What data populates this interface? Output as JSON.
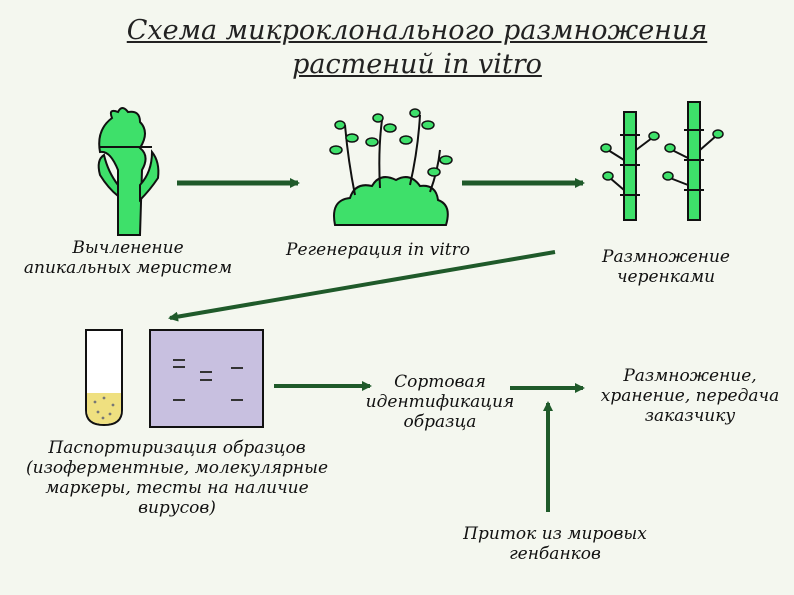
{
  "title": {
    "line1": "Схема микроклонального размножения",
    "line2": "растений in vitro"
  },
  "labels": {
    "step1_line1": "Вычленение",
    "step1_line2": "апикальных меристем",
    "step2": "Регенерация in vitro",
    "step3_line1": "Размножение",
    "step3_line2": "черенками",
    "step4_line1": "Паспортиризация образцов",
    "step4_line2": "(изоферментные, молекулярные",
    "step4_line3": "маркеры, тесты на наличие",
    "step4_line4": "вирусов)",
    "step5_line1": "Сортовая",
    "step5_line2": "идентификация",
    "step5_line3": "образца",
    "step6_line1": "Размножение,",
    "step6_line2": "хранение, передача",
    "step6_line3": "заказчику",
    "step7_line1": "Приток из мировых",
    "step7_line2": "генбанков"
  },
  "colors": {
    "plant_green": "#3ee06a",
    "arrow_green": "#1f5a2a",
    "gel_bg": "#c8c0e0",
    "tube_fill": "#efe080"
  }
}
